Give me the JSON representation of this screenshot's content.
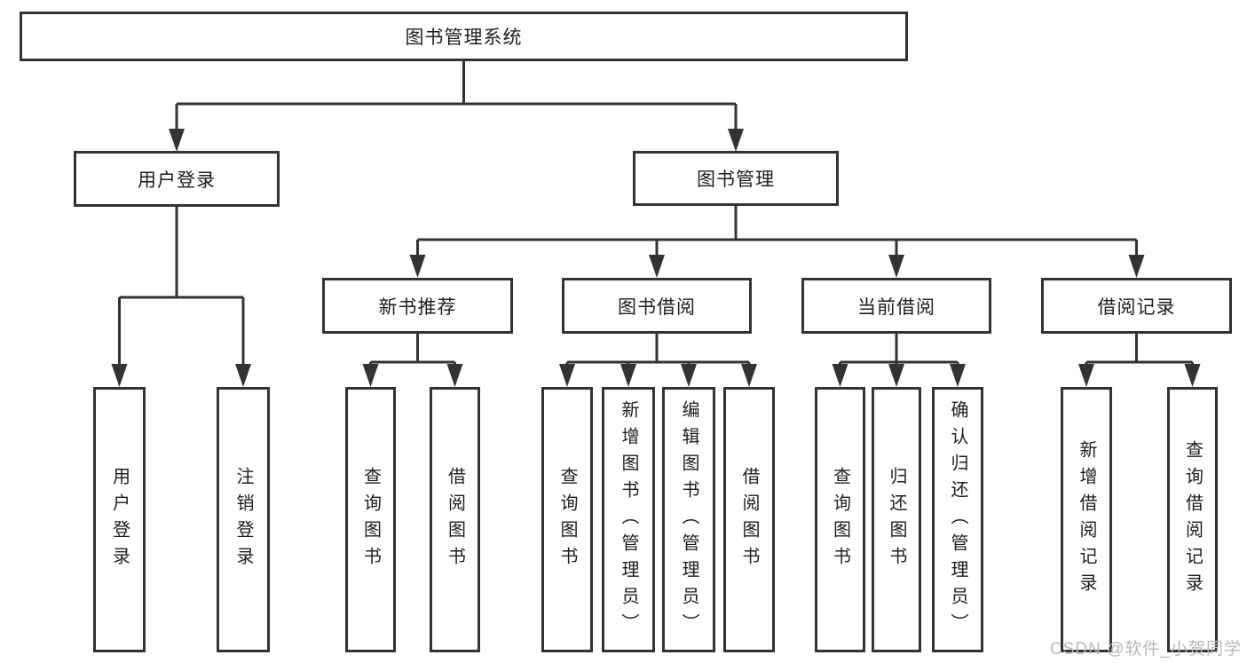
{
  "diagram": {
    "root": {
      "label": "图书管理系统"
    },
    "branches": [
      {
        "label": "用户登录",
        "children": [
          {
            "label": "用户登录"
          },
          {
            "label": "注销登录"
          }
        ]
      },
      {
        "label": "图书管理",
        "children": [
          {
            "label": "新书推荐",
            "children": [
              {
                "label": "查询图书"
              },
              {
                "label": "借阅图书"
              }
            ]
          },
          {
            "label": "图书借阅",
            "children": [
              {
                "label": "查询图书"
              },
              {
                "label": "新增图书（管理员）"
              },
              {
                "label": "编辑图书（管理员）"
              },
              {
                "label": "借阅图书"
              }
            ]
          },
          {
            "label": "当前借阅",
            "children": [
              {
                "label": "查询图书"
              },
              {
                "label": "归还图书"
              },
              {
                "label": "确认归还（管理员）"
              }
            ]
          },
          {
            "label": "借阅记录",
            "children": [
              {
                "label": "新增借阅记录"
              },
              {
                "label": "查询借阅记录"
              }
            ]
          }
        ]
      }
    ]
  },
  "watermark": {
    "text": "CSDN @软件_小贺同学"
  },
  "colors": {
    "line": "#333333",
    "text": "#1d1d1f",
    "watermark_text": "#b6b8ba",
    "background": "#ffffff"
  }
}
